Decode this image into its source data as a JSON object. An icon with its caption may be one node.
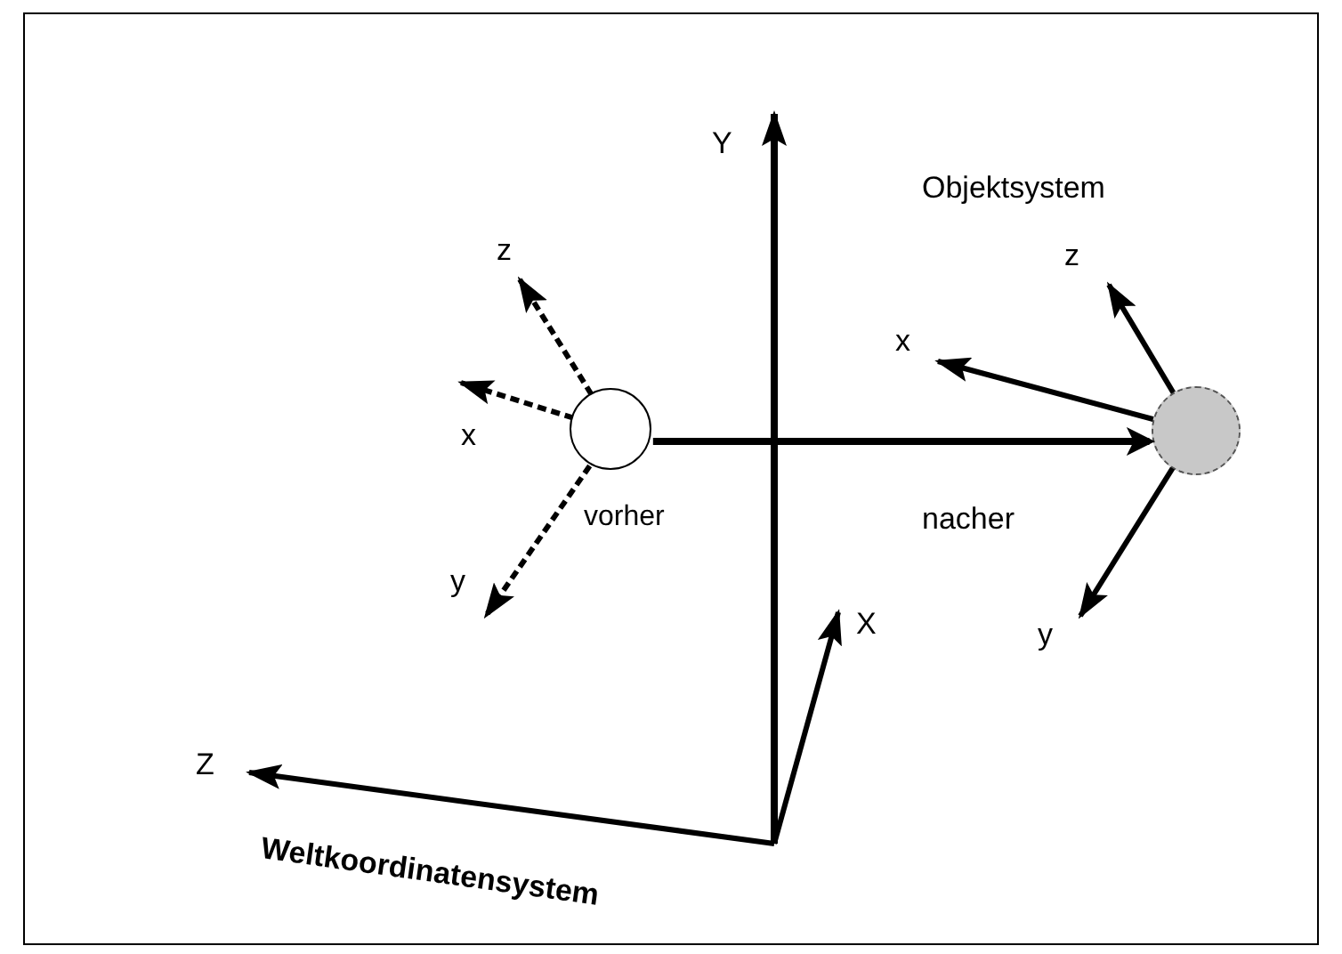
{
  "diagram": {
    "nodes": [
      {
        "text": [],
        "shape": "circle",
        "beside": [
          "vorher"
        ]
      },
      {
        "text": [],
        "shape": "circle"
      }
    ],
    "edges": [
      {
        "from": 0,
        "to": 1,
        "arrow": "to"
      }
    ],
    "labels": [
      "Y",
      "Objektsystem",
      "z",
      "z",
      "x",
      "x",
      "nacher",
      "y",
      "y",
      "X",
      "Z",
      "Weltkoordinatensystem"
    ]
  }
}
